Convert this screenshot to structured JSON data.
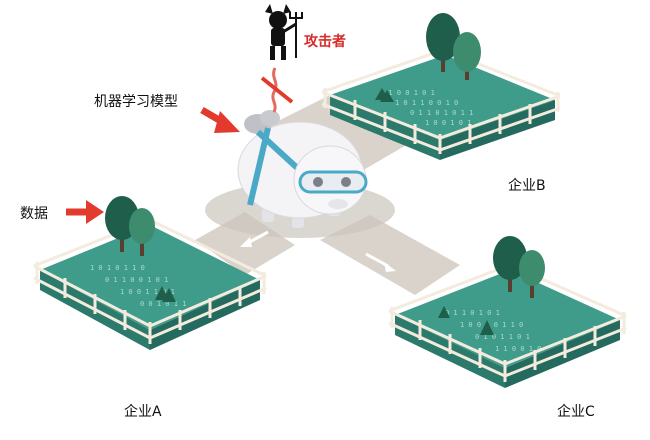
{
  "labels": {
    "attacker": "攻击者",
    "model": "机器学习模型",
    "data": "数据",
    "company_a": "企业A",
    "company_b": "企业B",
    "company_c": "企业C"
  },
  "colors": {
    "field_top": "#3f9b8a",
    "field_side": "#2c7a6c",
    "fence": "#f3ecde",
    "road": "#d9d3cc",
    "tree_dark": "#1f5e4b",
    "tree_light": "#3e8c6e",
    "pig_body": "#f4f4f6",
    "strap": "#4aa9c7",
    "arrow_red": "#e23b2e"
  },
  "icons": {
    "attacker": "devil-with-pitchfork-icon",
    "prohibited": "no-sniffing-icon",
    "pointer": "red-arrow-icon",
    "model": "pig-with-goggles-icon",
    "tree": "tree-icon",
    "fence": "fence-icon"
  }
}
